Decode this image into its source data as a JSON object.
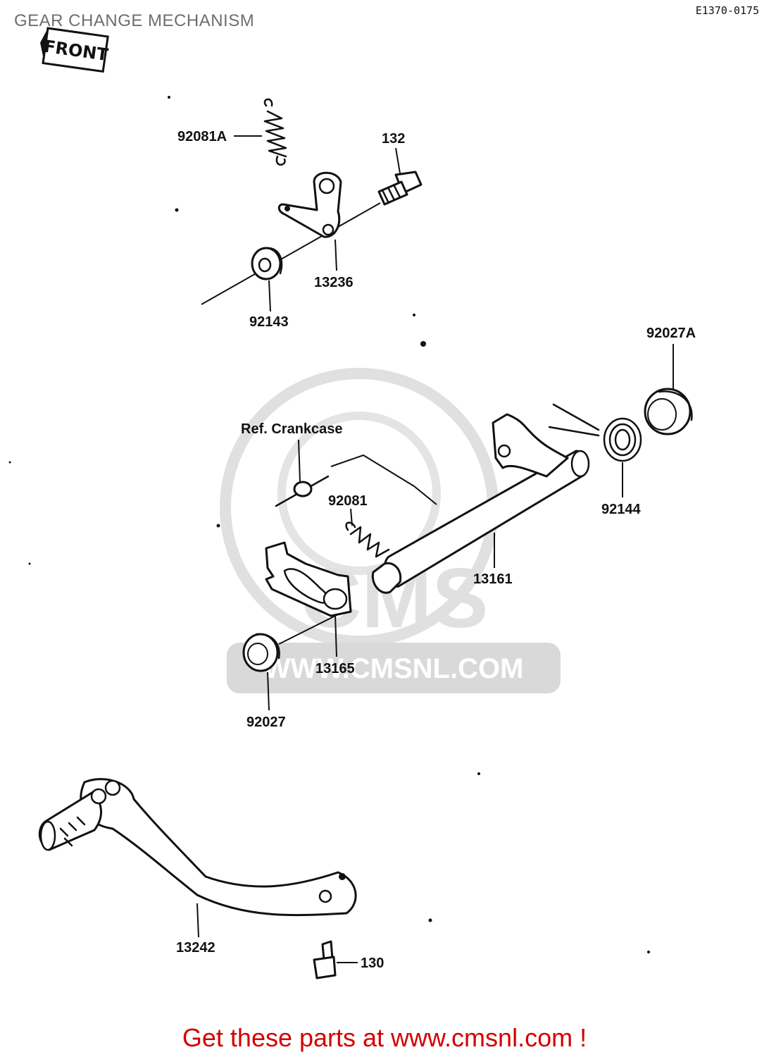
{
  "header": {
    "title": "GEAR CHANGE MECHANISM",
    "ref_code": "E1370-0175"
  },
  "front_badge": "FRONT",
  "labels": {
    "spring_top": "92081A",
    "bolt_top": "132",
    "lever_top": "13236",
    "collar_top": "92143",
    "oil_seal": "92027A",
    "ref_crankcase": "Ref. Crankcase",
    "spring_mid": "92081",
    "spring_torsion": "92144",
    "shaft": "13161",
    "plate": "13165",
    "oil_seal_small": "92027",
    "pedal": "13242",
    "bolt_pedal": "130"
  },
  "watermark": "WWW.CMSNL.COM",
  "footer": {
    "text": "Get these parts at www.cmsnl.com !"
  },
  "colors": {
    "title": "#6e6e6e",
    "footer": "#d40000",
    "watermark": "#d9d9d9"
  }
}
